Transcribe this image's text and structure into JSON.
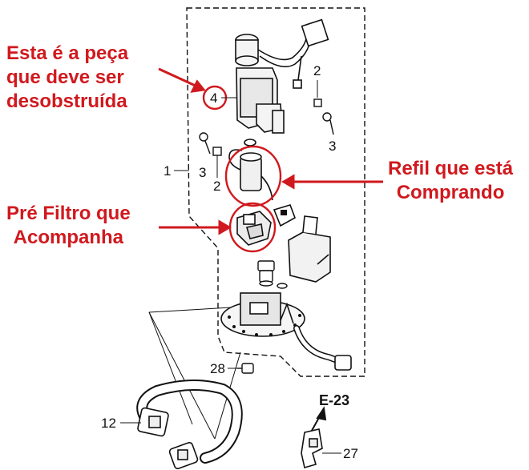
{
  "annotations": {
    "part_to_clear": [
      "Esta é a peça",
      "que deve ser",
      "desobstruída"
    ],
    "refill": [
      "Refil que está",
      "Comprando"
    ],
    "prefilter": [
      "Pré Filtro que",
      "Acompanha"
    ]
  },
  "callouts": {
    "c1": "1",
    "c2a": "2",
    "c2b": "2",
    "c3a": "3",
    "c3b": "3",
    "c4": "4",
    "c12": "12",
    "c27": "27",
    "c28": "28",
    "e23": "E-23"
  },
  "colors": {
    "annotation_red": "#d0191e",
    "line_art": "#111111"
  }
}
